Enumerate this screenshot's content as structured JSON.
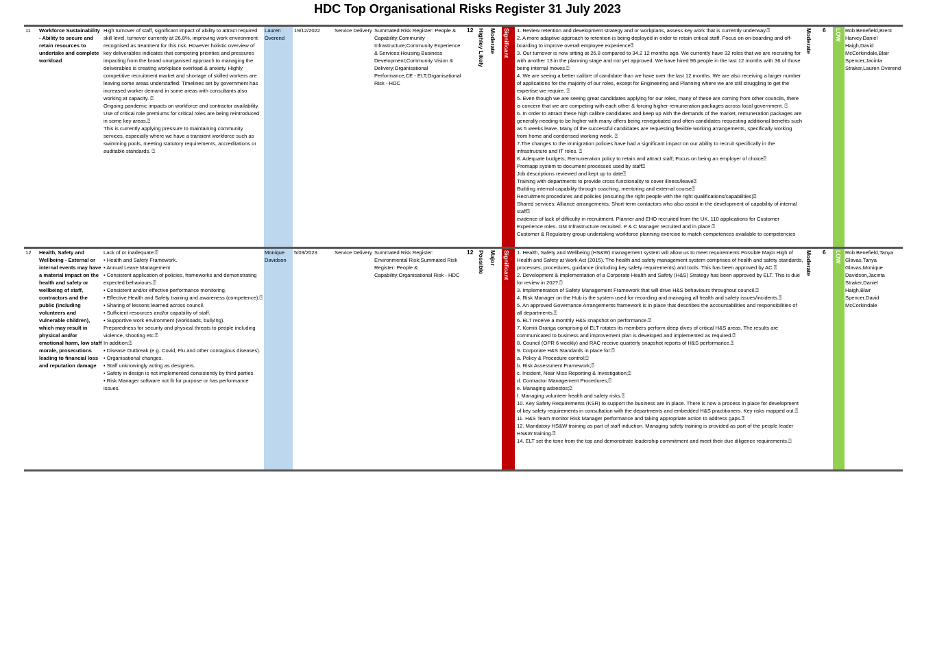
{
  "page_title": "HDC Top Organisational Risks Register 31 July 2023",
  "colors": {
    "owner_band": "#bdd7ee",
    "significant": "#c00000",
    "low": "#92d050",
    "rule": "#555555"
  },
  "risks": [
    {
      "id": "11",
      "title": "Workforce Sustainability - Ability to secure and retain resources to undertake and complete workload",
      "description": [
        "High turnover of staff, significant impact of ability to attract required skill level, turnover currently at 26.8%, improving work environment recognised as treatment for this risk. However holistic overview of key deliverables indicates that competing priorities and pressures impacting from the broad unorganised approach to managing the deliverables is creating workplace overload & anxiety. Highly competitive recruitment market and shortage of skilled workers are leaving some areas understaffed. Timelines set by government has increased worker demand in some areas with consultants also working at capacity. ⍰",
        "Ongoing pandemic impacts on workforce and contractor availability. Use of critical role premiums for critical roles are being reintroduced in some key areas.⍰",
        "This is currently applying pressure to maintaining community services, especially where we have a transient workforce such as swimming pools, meeting statutory requirements, accreditations or auditable standards. ⍰"
      ],
      "owner": "Lauren Overend",
      "date": "19/12/2022",
      "category": "Service Delivery",
      "register": "Summated Risk Register: People & Capability;Community Infrastructure;Community Experience & Services;Housing Business Development;Community Vision & Delivery;Organisational Performance;CE - ELT;Organisational Risk - HDC",
      "inherent_score": "12",
      "likelihood": "Highley Likely",
      "consequence": "Moderate",
      "inherent_rating": "Significant",
      "controls": [
        "1. Review retention and  development strategy and or workplans, assess key work that is currently underway.⍰",
        "2. A more adaptive approach to retention is being deployed in order to retain critical staff. Focus on on-boarding and off-boarding to improve overall employee experience⍰",
        "3. Our turnover is now sitting at 26.8 compared to 34.2 12 months ago. We currently have 32 roles that we are recruiting for with another 13 in the planning stage and not yet approved. We have hired 96 people in the last 12 months with 36 of those being internal moves.⍰",
        "4. We are seeing a better calibre of candidate than we have over the last 12 months. We are also receiving a larger number of applications for the majority of our roles, except for Engineering and Planning where we are still struggling to get the expertise we require. ⍰",
        "5. Even though we are seeing great candidates applying for our roles, many of these are coming from other councils, there is concern that we are competing with each other & forcing higher remuneration packages across local government. ⍰",
        "6. In order to attract these high calibre candidates and keep up with the demands of the market, remuneration packages are generally needing to be higher with many offers being renegotiated and often candidates requesting additional benefits such as 5 weeks leave.   Many of the successful candidates are requesting flexible working arrangements, specifically working from home and condensed working week. ⍰",
        "7.The changes to the immigration policies have had a significant impact on our ability to recruit specifically in the infrastructure and IT roles. ⍰",
        "8. Adequate budgets; Remuneration policy to retain and attract staff; Focus on being an employer of choice⍰",
        "Promapp system to document processes used by staff⍰",
        "Job descriptions reviewed and kept up to date⍰",
        "Training with departments to provide cross functionality to cover illness/leave⍰",
        "Building internal capability through coaching, mentoring and external course⍰",
        "Recruitment procedures and policies (ensuring the right people with the right qualifications/capabilities)⍰",
        "Shared services; Alliance arrangements;  Short-term contactors who also assist in the development of capability of internal staff⍰",
        "evidence of lack of difficulty in recruitment. Planner and EHO recruited from the UK. 110 applications for Customer Experience roles. GM Infrastructure recruited. P & C Manager recruited and in place.⍰",
        "Customer & Regulatory group undertaking workforce planning exercise to match competences available to competencies"
      ],
      "residual_consequence": "Moderate",
      "residual_score": "6",
      "residual_rating": "LOW",
      "assignees": "Rob Benefield,Brent Harvey,Daniel Haigh,David McCorkindale,Blair Spencer,Jacinta Straker,Lauren Overend"
    },
    {
      "id": "12",
      "title": "Health, Safety and Wellbeing - External or internal events may have a material impact on the health and safety or wellbeing of staff, contractors and the public (including volunteers and vulnerable children), which may result in physical and/or emotional harm, low staff morale, prosecutions leading to financial loss and reputation damage",
      "description": [
        "Lack of or inadequate:⍰",
        "• Health and Safety Framework.",
        "• Annual Leave Management",
        "• Consistent application of policies, frameworks and demonstrating expected behaviours.⍰",
        "• Consistent and/or effective performance monitoring.",
        "• Effective Health and Safety training and awareness (competence).⍰",
        "• Sharing of lessons learned across council.",
        "• Sufficient resources and/or capability of staff.",
        "• Supportive work environment (workloads, bullying).",
        "Preparedness for security and physical threats to people including violence, shooting etc.⍰",
        "In addition:⍰",
        "• Disease Outbreak (e.g. Covid, Flu and other contagious diseases).",
        "• Organisational changes.",
        "• Staff unknowingly acting as designers.",
        "• Safety in design is not implemented consistently by third parties.",
        "• Risk Manager software not fit for purpose or has performance issues."
      ],
      "owner": "Monique Davidson",
      "date": "5/03/2023",
      "category": "Service Delivery",
      "register": "Summated Risk Register: Environmental Risk;Summated Risk Register: People & Capability;Organisational Risk - HDC",
      "inherent_score": "12",
      "likelihood": "Possible",
      "consequence": "Major",
      "inherent_rating": "Significant",
      "controls": [
        "1. Health, Safety and Wellbeing (HS&W) management system will allow us to meet requirements Possible Major High of Health and Safety at Work Act (2015). The health and safety management system comprises of health and safety standards, processes, procedures, guidance (including key safety requirements) and tools. This has been approved by AC.⍰",
        "2. Development & implementation of a Corporate Health and Safety (H&S) Strategy has been approved by ELT. This is due for review in 202?.⍰",
        "3. Implementation of Safety Management Framework that will drive H&S behaviours throughout council.⍰",
        "4. Risk Manager on the Hub is the system used for recording and managing all health and safety issues/incidents.⍰",
        "5. An approved Governance Arrangements framework is in place that describes the accountabilities and responsibilities of all departments.⍰",
        "6. ELT receive a monthly H&S snapshot on performance.⍰",
        "7. Komiti Oranga comprising of ELT rotates its members perform deep dives of critical H&S areas. The results are communicated to business and improvement plan is developed and implemented as required.⍰",
        "8. Council (OPR 6 weekly) and RAC receive quarterly snapshot reports of H&S performance.⍰",
        "9. Corporate H&S Standards in place for:⍰",
        " a. Policy & Procedure control;⍰",
        " b. Risk Assessment Framework;⍰",
        " c. Incident, Near Miss Reporting & Investigation;⍰",
        " d. Contractor Management Procedures;⍰",
        " e. Managing asbestos;⍰",
        " f. Managing volunteer health and safety risks.⍰",
        "10. Key Safety Requirements (KSR) to support the business are in place. There is now a process in place for development of key safety requirements in consultation with the departments and embedded H&S practitioners. Key risks mapped out.⍰",
        "11. H&S Team monitor Risk Manager performance and taking appropriate action to address gaps.⍰",
        "12. Mandatory HS&W training as part of staff induction. Managing safety training is provided as part of the people leader HS&W training.⍰",
        "14. ELT set the tone from the top and demonstrate leadership commitment and meet their due diligence requirements.⍰"
      ],
      "residual_consequence": "Moderate",
      "residual_score": "6",
      "residual_rating": "LOW",
      "assignees": "Rob Benefield,Tanya Glavas,Tanya Glavas,Monique Davidson,Jacinta Straker,Daniel Haigh,Blair Spencer,David McCorkindale"
    }
  ]
}
